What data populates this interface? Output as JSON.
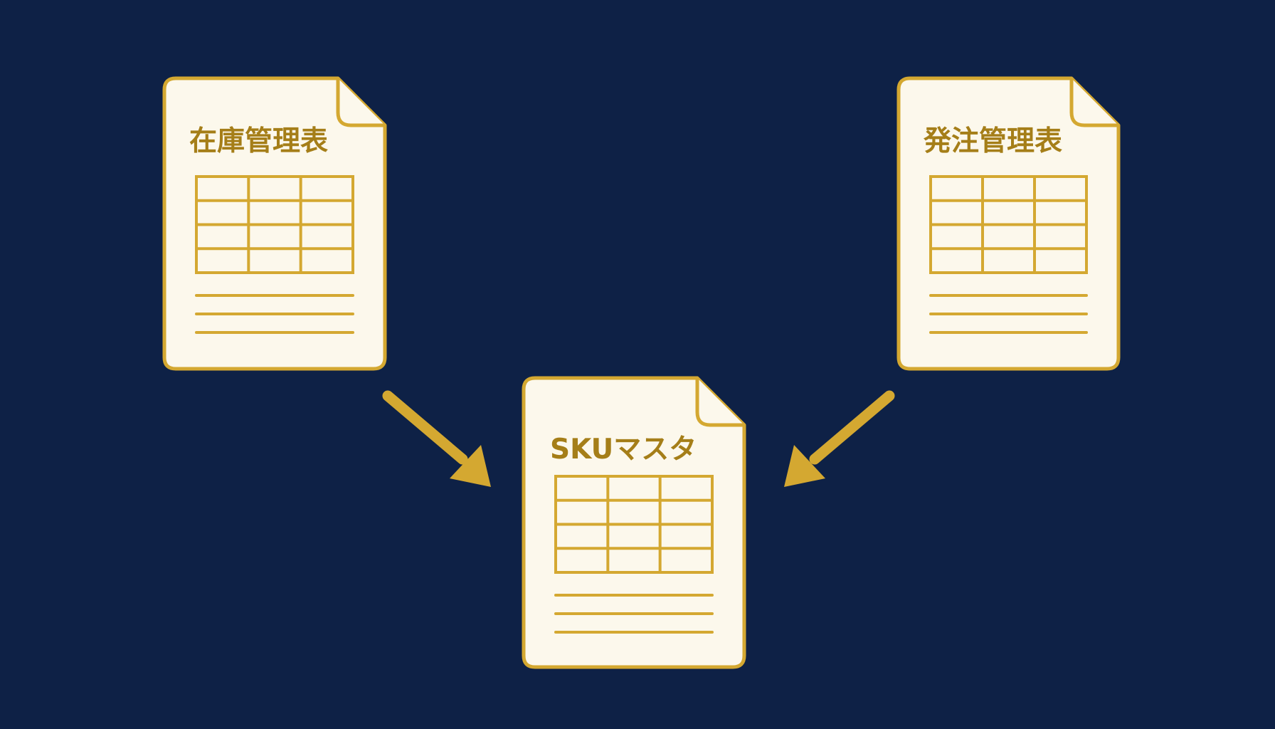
{
  "colors": {
    "background": "#0e2146",
    "paper": "#fcf8ec",
    "accent": "#d4a831",
    "label": "#a57e18"
  },
  "documents": [
    {
      "id": "inventory",
      "title": "在庫管理表",
      "icon": "spreadsheet-document-icon",
      "table": {
        "rows": 4,
        "cols": 3
      },
      "text_lines": 3
    },
    {
      "id": "orders",
      "title": "発注管理表",
      "icon": "spreadsheet-document-icon",
      "table": {
        "rows": 4,
        "cols": 3
      },
      "text_lines": 3
    },
    {
      "id": "sku-master",
      "title": "SKUマスタ",
      "icon": "spreadsheet-document-icon",
      "table": {
        "rows": 4,
        "cols": 3
      },
      "text_lines": 3
    }
  ],
  "connections": [
    {
      "from": "inventory",
      "to": "sku-master",
      "icon": "arrow-icon"
    },
    {
      "from": "orders",
      "to": "sku-master",
      "icon": "arrow-icon"
    }
  ]
}
